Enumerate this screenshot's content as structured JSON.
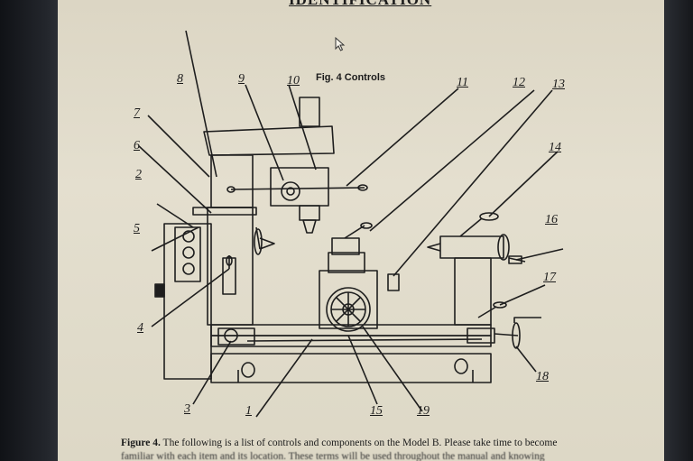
{
  "document": {
    "section_heading": "IDENTIFICATION",
    "figure_title": "Fig. 4 Controls",
    "callouts": [
      {
        "id": "c1",
        "label": "1"
      },
      {
        "id": "c2",
        "label": "2"
      },
      {
        "id": "c3",
        "label": "3"
      },
      {
        "id": "c4",
        "label": "4"
      },
      {
        "id": "c5",
        "label": "5"
      },
      {
        "id": "c6",
        "label": "6"
      },
      {
        "id": "c7",
        "label": "7"
      },
      {
        "id": "c8",
        "label": "8"
      },
      {
        "id": "c9",
        "label": "9"
      },
      {
        "id": "c10",
        "label": "10"
      },
      {
        "id": "c11",
        "label": "11"
      },
      {
        "id": "c12",
        "label": "12"
      },
      {
        "id": "c13",
        "label": "13"
      },
      {
        "id": "c14",
        "label": "14"
      },
      {
        "id": "c15",
        "label": "15"
      },
      {
        "id": "c16",
        "label": "16"
      },
      {
        "id": "c17",
        "label": "17"
      },
      {
        "id": "c18",
        "label": "18"
      },
      {
        "id": "c19",
        "label": "19"
      }
    ],
    "caption": {
      "label": "Figure 4.",
      "text": "The following is a list of controls and components on the Model B. Please take time to become",
      "line2": "familiar with each item and its location. These terms will be used throughout the manual and knowing"
    }
  },
  "icons": {
    "cursor": "mouse-pointer-icon"
  }
}
